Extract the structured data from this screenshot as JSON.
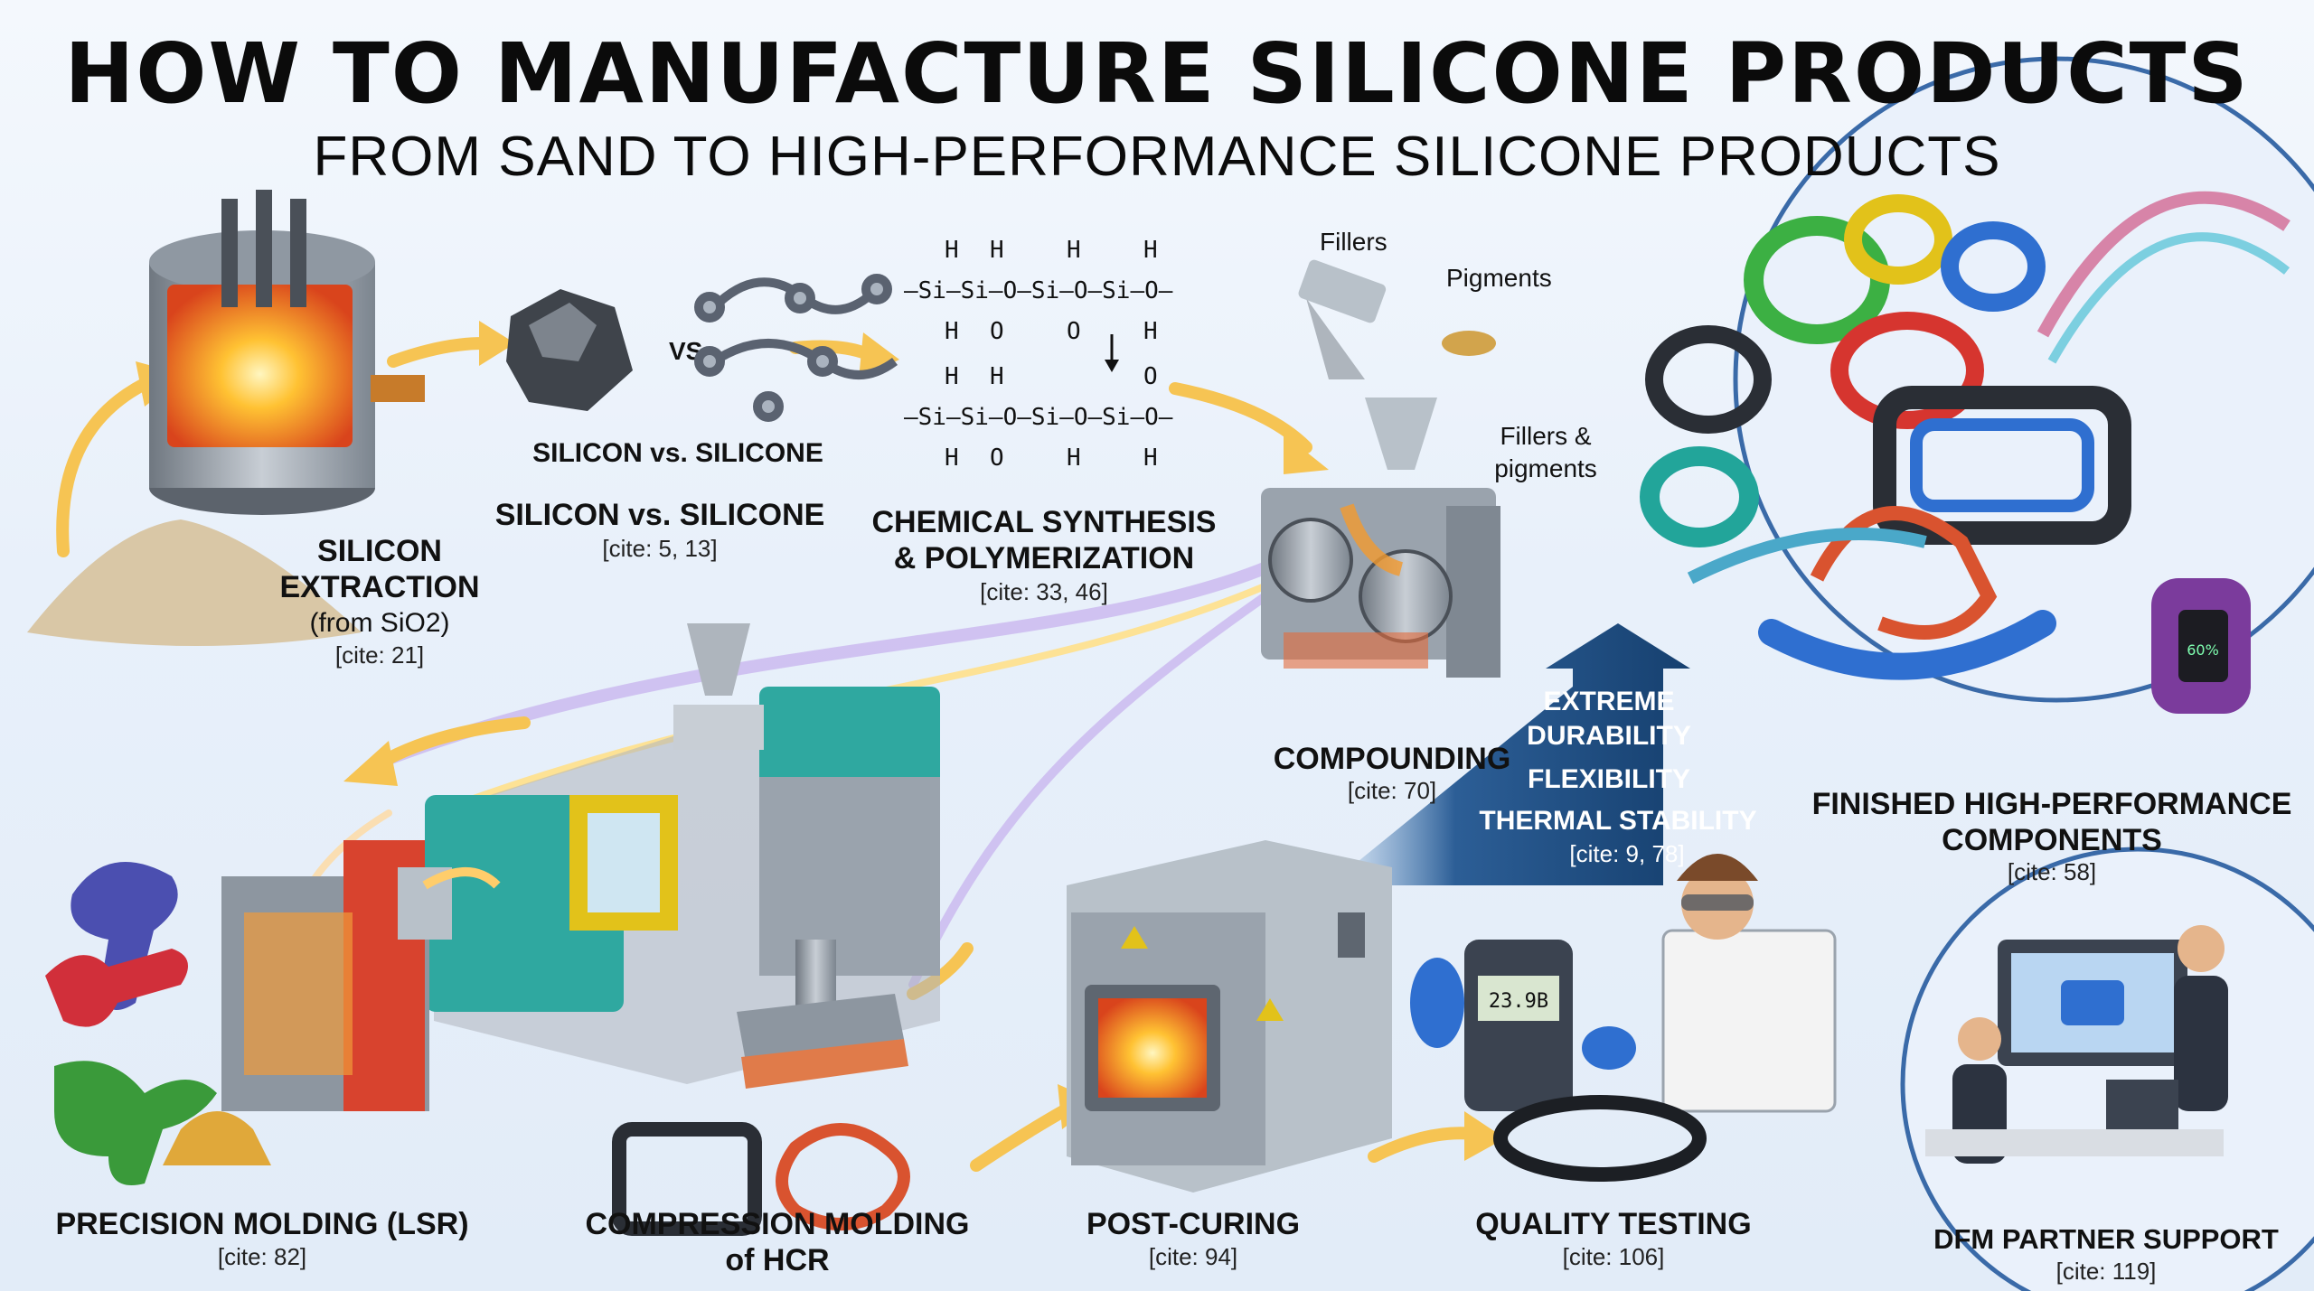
{
  "title": "HOW TO MANUFACTURE SILICONE PRODUCTS",
  "subtitle": "FROM SAND TO HIGH-PERFORMANCE SILICONE PRODUCTS",
  "steps": {
    "extraction": {
      "line1": "SILICON",
      "line2": "EXTRACTION",
      "line3": "(from SiO2)",
      "cite": "[cite: 21]"
    },
    "silicon_vs": {
      "small_label": "SILICON  vs. SILICONE",
      "vs_mark": "VS.",
      "label": "SILICON vs. SILICONE",
      "cite": "[cite: 5, 13]"
    },
    "synthesis": {
      "line1": "CHEMICAL SYNTHESIS",
      "line2": "& POLYMERIZATION",
      "cite": "[cite: 33, 46]"
    },
    "compounding": {
      "fillers": "Fillers",
      "pigments": "Pigments",
      "fillers_pigments_1": "Fillers &",
      "fillers_pigments_2": "pigments",
      "label": "COMPOUNDING",
      "cite": "[cite: 70]"
    },
    "properties": {
      "line1": "EXTREME",
      "line2": "DURABILITY",
      "line3": "FLEXIBILITY",
      "line4": "THERMAL STABILITY",
      "cite": "[cite: 9, 78]"
    },
    "finished": {
      "line1": "FINISHED HIGH-PERFORMANCE",
      "line2": "COMPONENTS",
      "cite": "[cite: 58]",
      "band_display": "60%"
    },
    "lsr": {
      "label": "PRECISION MOLDING (LSR)",
      "cite": "[cite: 82]"
    },
    "hcr": {
      "line1": "COMPRESSION MOLDING",
      "line2": "of HCR"
    },
    "postcuring": {
      "label": "POST-CURING",
      "cite": "[cite: 94]"
    },
    "quality": {
      "label": "QUALITY TESTING",
      "cite": "[cite: 106]",
      "gauge_reading": "23.9B"
    },
    "dfm": {
      "label": "DFM PARTNER SUPPORT",
      "cite": "[cite: 119]"
    }
  },
  "formula": {
    "h": "H",
    "o": "O",
    "row_top": "–Si–Si–O–Si–O–Si–O–",
    "row_bottom": "–Si–Si–O–Si–O–Si–O–"
  },
  "colors": {
    "ink": "#111111",
    "banner": "#1d4f86",
    "arrow": "#f6c453",
    "flow": "#b9a4e6",
    "teal": "#2fa8a0",
    "steel": "#9aa3ad",
    "mold_red": "#d8432e",
    "heat": "#ff9a1f"
  }
}
